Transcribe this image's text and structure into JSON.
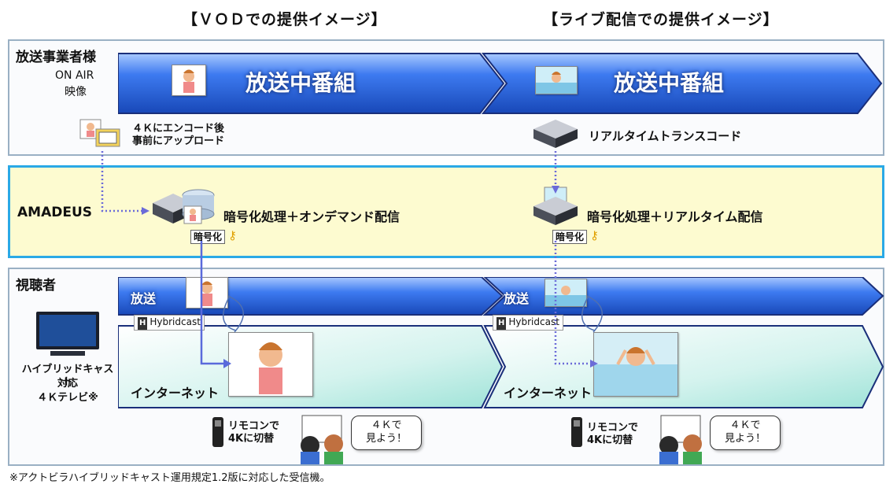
{
  "headers": {
    "vod": "【ＶＯＤでの提供イメージ】",
    "live": "【ライブ配信での提供イメージ】"
  },
  "broadcaster": {
    "title": "放送事業者様",
    "on_air": "ON AIR",
    "video": "映像",
    "program_vod": "放送中番組",
    "program_live": "放送中番組",
    "encode_line1": "４Ｋにエンコード後",
    "encode_line2": "事前にアップロード",
    "transcode": "リアルタイムトランスコード"
  },
  "amadeus": {
    "title": "AMADEUS",
    "vod_process": "暗号化処理＋オンデマンド配信",
    "live_process": "暗号化処理＋リアルタイム配信",
    "enc_tag_vod": "暗号化",
    "enc_tag_live": "暗号化"
  },
  "viewer": {
    "title": "視聴者",
    "tv_line1": "ハイブリッドキャスト",
    "tv_line2": "対応",
    "tv_line3": "４Ｋテレビ※",
    "broadcast_vod": "放送",
    "broadcast_live": "放送",
    "internet_vod": "インターネット",
    "internet_live": "インターネット",
    "hybridcast_vod": "Hybridcast",
    "hybridcast_live": "Hybridcast",
    "hc_mark": "H",
    "remote_vod_l1": "リモコンで",
    "remote_vod_l2": "4Kに切替",
    "remote_live_l1": "リモコンで",
    "remote_live_l2": "4Kに切替",
    "bubble_vod_l1": "４Ｋで",
    "bubble_vod_l2": "見よう！",
    "bubble_live_l1": "４Ｋで",
    "bubble_live_l2": "見よう！"
  },
  "footnote": "※アクトビラハイブリッドキャスト運用規定1.2版に対応した受信機。",
  "colors": {
    "arrow_blue": "#2e63d8",
    "amadeus_bg": "#fdfbd0",
    "amadeus_border": "#2aa9e6",
    "internet_bg": "#dff5f0",
    "dotted": "#6b6bd8"
  }
}
